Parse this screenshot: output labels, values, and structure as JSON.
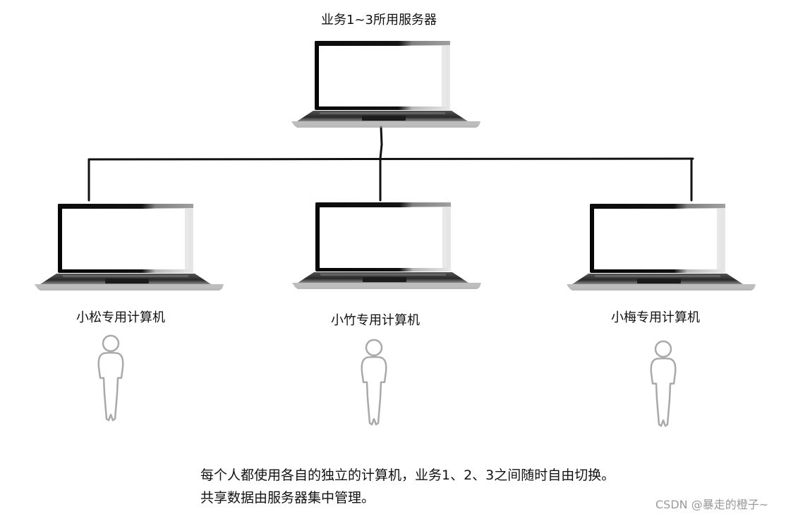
{
  "server": {
    "label": "业务1~3所用服务器"
  },
  "clients": [
    {
      "label": "小松专用计算机"
    },
    {
      "label": "小竹专用计算机"
    },
    {
      "label": "小梅专用计算机"
    }
  ],
  "caption": {
    "line1": "每个人都使用各自的独立的计算机，业务1、2、3之间随时自由切换。",
    "line2": "共享数据由服务器集中管理。"
  },
  "watermark": "CSDN @暴走的橙子~",
  "colors": {
    "line": "#111111",
    "laptop_frame": "#0a0a0a",
    "laptop_base": "#3a3a3a",
    "person_outline": "#a9a9a9",
    "watermark": "#9a9a9a"
  },
  "icons": [
    "laptop-icon",
    "person-icon"
  ]
}
